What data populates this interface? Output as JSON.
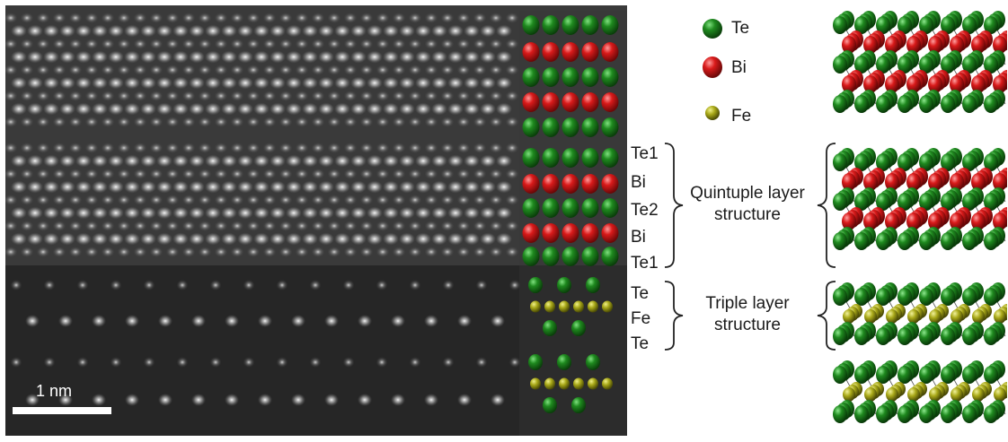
{
  "legend": {
    "items": [
      {
        "element": "Te",
        "color": "#1f8a1f"
      },
      {
        "element": "Bi",
        "color": "#d91a1a"
      },
      {
        "element": "Fe",
        "color": "#a8a818"
      }
    ]
  },
  "scale_bar": {
    "label": "1 nm"
  },
  "quintuple_layer": {
    "atom_labels": [
      "Te1",
      "Bi",
      "Te2",
      "Bi",
      "Te1"
    ],
    "structure_label_line1": "Quintuple layer",
    "structure_label_line2": "structure"
  },
  "triple_layer": {
    "atom_labels": [
      "Te",
      "Fe",
      "Te"
    ],
    "structure_label_line1": "Triple layer",
    "structure_label_line2": "structure"
  },
  "colors": {
    "te": "#1f8a1f",
    "bi": "#d91a1a",
    "fe": "#a8a818"
  }
}
